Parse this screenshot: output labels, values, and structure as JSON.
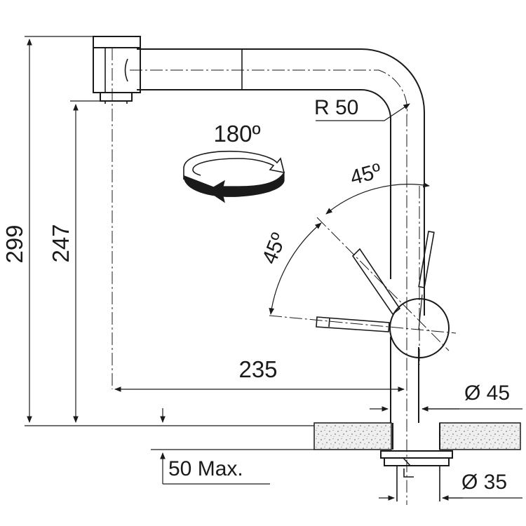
{
  "dimensions": {
    "total_height": "299",
    "spout_height": "247",
    "reach": "235",
    "bend_radius": "R 50",
    "swivel": "180º",
    "lever_angle_1": "45º",
    "lever_angle_2": "45º",
    "base_diameter": "Ø 45",
    "thread_diameter": "Ø 35",
    "max_counter_thickness": "50 Max."
  }
}
